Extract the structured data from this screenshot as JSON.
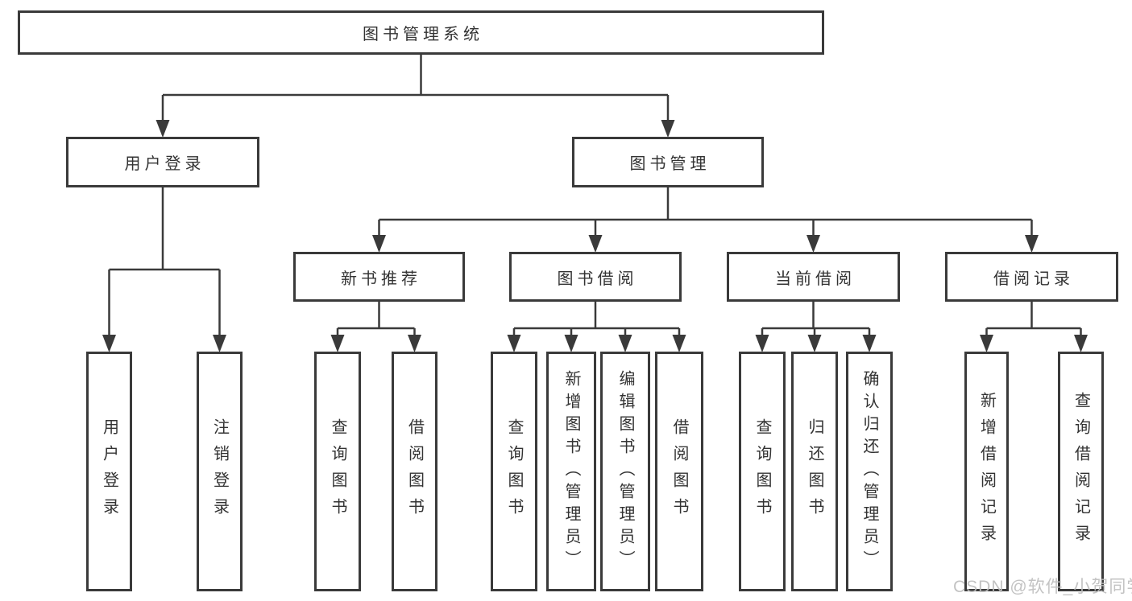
{
  "diagram": {
    "type": "hierarchy-tree",
    "root": {
      "label": "图书管理系统",
      "children": [
        {
          "label": "用户登录",
          "children": [
            {
              "label": "用户登录"
            },
            {
              "label": "注销登录"
            }
          ]
        },
        {
          "label": "图书管理",
          "children": [
            {
              "label": "新书推荐",
              "children": [
                {
                  "label": "查询图书"
                },
                {
                  "label": "借阅图书"
                }
              ]
            },
            {
              "label": "图书借阅",
              "children": [
                {
                  "label": "查询图书"
                },
                {
                  "label": "新增图书（管理员）"
                },
                {
                  "label": "编辑图书（管理员）"
                },
                {
                  "label": "借阅图书"
                }
              ]
            },
            {
              "label": "当前借阅",
              "children": [
                {
                  "label": "查询图书"
                },
                {
                  "label": "归还图书"
                },
                {
                  "label": "确认归还（管理员）"
                }
              ]
            },
            {
              "label": "借阅记录",
              "children": [
                {
                  "label": "新增借阅记录"
                },
                {
                  "label": "查询借阅记录"
                }
              ]
            }
          ]
        }
      ]
    }
  },
  "watermark": "CSDN @软件_小贺同学",
  "colors": {
    "line": "#3a3a3a",
    "box_border": "#3a3a3a",
    "text": "#333333",
    "background": "#ffffff",
    "watermark": "#bebebe"
  }
}
